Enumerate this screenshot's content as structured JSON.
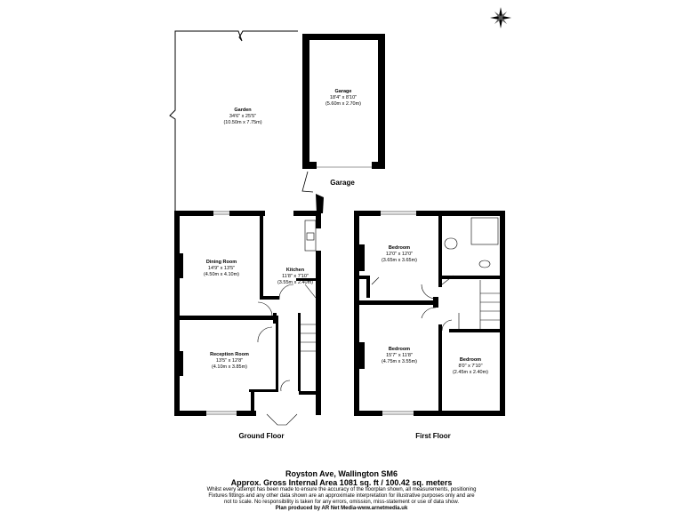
{
  "rooms": {
    "garden": {
      "name": "Garden",
      "imperial": "34'6\" x 25'5\"",
      "metric": "(10.50m x 7.75m)"
    },
    "garage": {
      "name": "Garage",
      "imperial": "18'4\" x 8'10\"",
      "metric": "(5.60m x 2.70m)"
    },
    "dining": {
      "name": "Dining Room",
      "imperial": "14'9\" x 13'5\"",
      "metric": "(4.50m x 4.10m)"
    },
    "kitchen": {
      "name": "Kitchen",
      "imperial": "11'8\" x 7'10\"",
      "metric": "(3.55m x 2.40m)"
    },
    "reception": {
      "name": "Reception Room",
      "imperial": "13'5\" x 12'8\"",
      "metric": "(4.10m x 3.85m)"
    },
    "bedroom1": {
      "name": "Bedroom",
      "imperial": "12'0\" x 12'0\"",
      "metric": "(3.65m x 3.65m)"
    },
    "bedroom2": {
      "name": "Bedroom",
      "imperial": "15'7\" x 11'8\"",
      "metric": "(4.75m x 3.55m)"
    },
    "bedroom3": {
      "name": "Bedroom",
      "imperial": "8'0\" x 7'10\"",
      "metric": "(2.45m x 2.40m)"
    }
  },
  "garage_block_label": "Garage",
  "floors": {
    "ground": "Ground Floor",
    "first": "First Floor"
  },
  "footer": {
    "address": "Royston Ave, Wallington SM6",
    "area": "Approx. Gross Internal Area 1081 sq. ft / 100.42 sq. meters",
    "disclaimer_1": "Whilst every attempt has been made to ensure the accuracy of the floorplan shown, all measurements, positioning",
    "disclaimer_2": "Fixtures fittings and any other data shown are an approximate interpretation for illustrative purposes only  and are",
    "disclaimer_3": "not to scale. No responsibility is taken for any errors, omission, miss-statement or use of data show.",
    "credit": "Plan produced by AR Net Media-www.arnetmedia.uk"
  },
  "icons": {
    "compass": "compass-rose-icon"
  }
}
